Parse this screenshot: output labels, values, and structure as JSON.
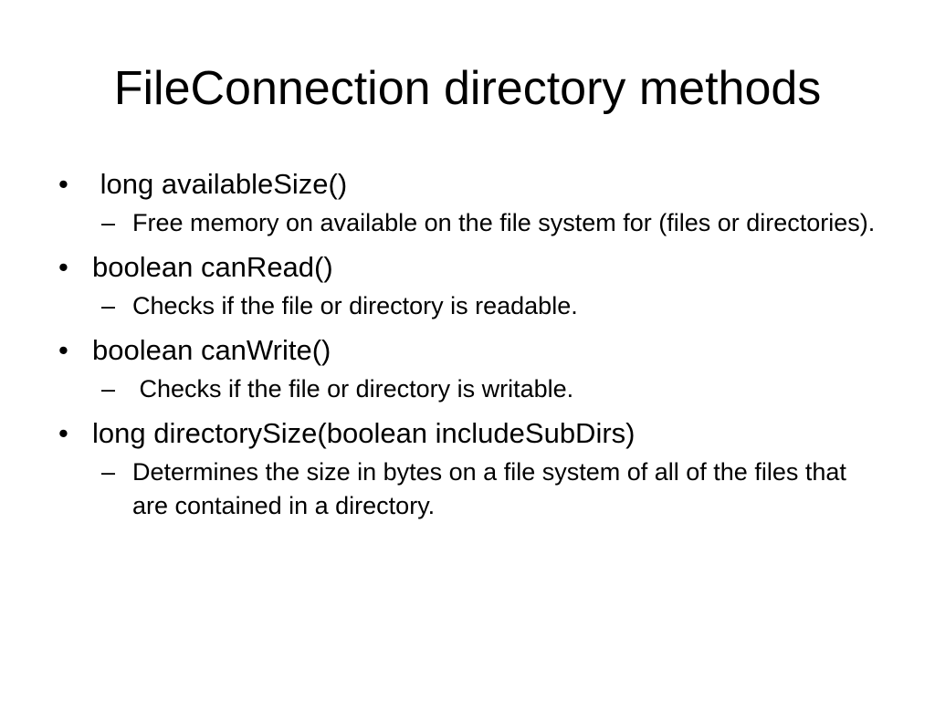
{
  "slide": {
    "title": "FileConnection directory methods",
    "bullet_symbol": "•",
    "dash_symbol": "–",
    "items": [
      {
        "text": " long availableSize()",
        "sub": "Free memory on available on the file system for (files or directories)."
      },
      {
        "text": "boolean canRead()",
        "sub": "Checks if the file or directory is readable."
      },
      {
        "text": "boolean canWrite()",
        "sub": " Checks if the file or directory is writable."
      },
      {
        "text": "long directorySize(boolean includeSubDirs)",
        "sub": "Determines the size in bytes on a file system of all of the files that are contained in a directory."
      }
    ]
  }
}
